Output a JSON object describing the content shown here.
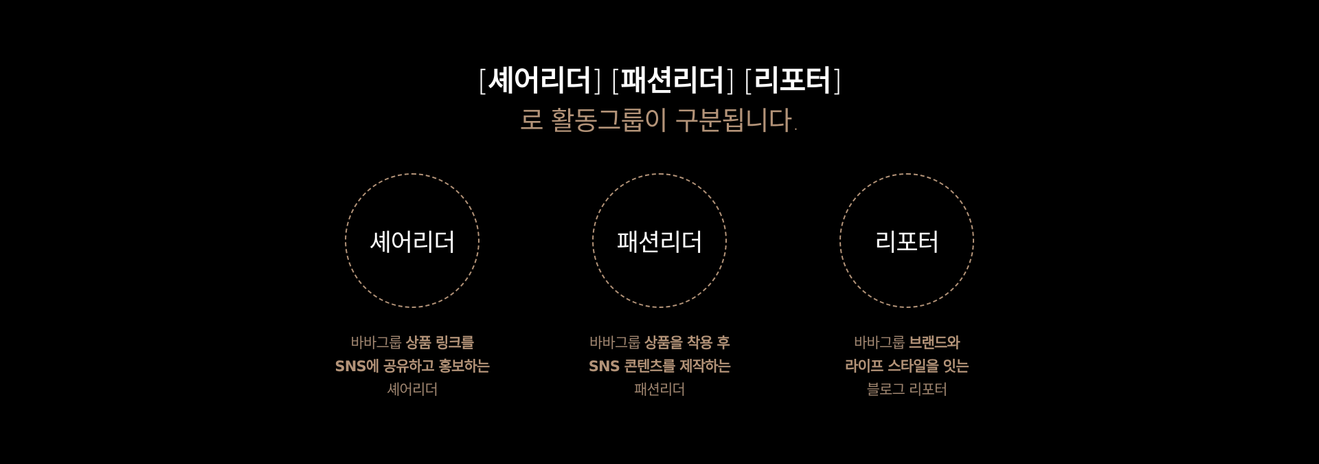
{
  "heading": {
    "words": [
      "셰어리더",
      "패션리더",
      "리포터"
    ],
    "bracket_open": "[",
    "bracket_close": "]",
    "subtitle": "로 활동그룹이 구분됩니다."
  },
  "groups": [
    {
      "title": "셰어리더",
      "line1_light": "바바그룹 ",
      "line1_strong": "상품 링크를",
      "line2_strong": "SNS에 공유하고 홍보하는",
      "line3_light": "셰어리더"
    },
    {
      "title": "패션리더",
      "line1_light": "바바그룹 ",
      "line1_strong": "상품을 착용 후",
      "line2_strong": "SNS 콘텐츠를 제작하는",
      "line3_light": "패션리더"
    },
    {
      "title": "리포터",
      "line1_light": "바바그룹 ",
      "line1_strong": "브랜드와",
      "line2_strong": "라이프 스타일을 잇는",
      "line3_light": "블로그 리포터"
    }
  ],
  "colors": {
    "background": "#000000",
    "accent": "#b39378",
    "text_primary": "#ffffff"
  }
}
